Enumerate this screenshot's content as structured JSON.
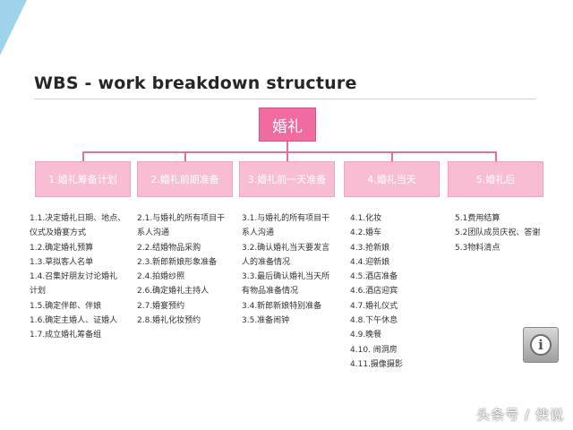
{
  "title": "WBS - work breakdown structure",
  "root": {
    "label": "婚礼"
  },
  "colors": {
    "root_fill": "#f06ca0",
    "phase_fill": "#f8bdd4",
    "connector": "#ec6ba0",
    "accent": "#9fd3ec"
  },
  "phases": [
    {
      "label": "1.婚礼筹备计划",
      "tasks": [
        "1.1.决定婚礼日期、地点、",
        "仪式及婚宴方式",
        "1.2.确定婚礼预算",
        "1.3.草拟客人名单",
        "1.4.召集好朋友讨论婚礼",
        "计划",
        "1.5.确定伴郎、伴娘",
        "1.6.确定主婚人、证婚人",
        "1.7.成立婚礼筹备组"
      ]
    },
    {
      "label": "2.婚礼前期准备",
      "tasks": [
        "2.1.与婚礼的所有项目干",
        "系人沟通",
        "2.2.结婚物品采购",
        "2.3.新郎新娘形象准备",
        "2.4.拍婚纱照",
        "2.6.确定婚礼主持人",
        "2.7.婚宴预约",
        "2.8.婚礼化妆预约"
      ]
    },
    {
      "label": "3.婚礼前一天准备",
      "tasks": [
        "3.1.与婚礼的所有项目干",
        "系人沟通",
        "3.2.确认婚礼当天要发言",
        "人的准备情况",
        "3.3.最后确认婚礼当天所",
        "有物品准备情况",
        "3.4.新郎新娘特别准备",
        "3.5.准备闹钟"
      ]
    },
    {
      "label": "4.婚礼当天",
      "tasks": [
        "4.1.化妆",
        "4.2.婚车",
        "4.3.抢新娘",
        "4.4.迎新娘",
        "4.5.酒店准备",
        "4.6.酒店迎宾",
        "4.7.婚礼仪式",
        "4.8.下午休息",
        "4.9.晚餐",
        "4.10. 闹洞房",
        "4.11.摄像摄影"
      ]
    },
    {
      "label": "5.婚礼后",
      "tasks": [
        "5.1费用结算",
        "5.2团队成员庆祝、答谢",
        "5.3物料清点"
      ]
    }
  ],
  "info_icon": "info-icon",
  "watermark": "头条号 / 侠说"
}
